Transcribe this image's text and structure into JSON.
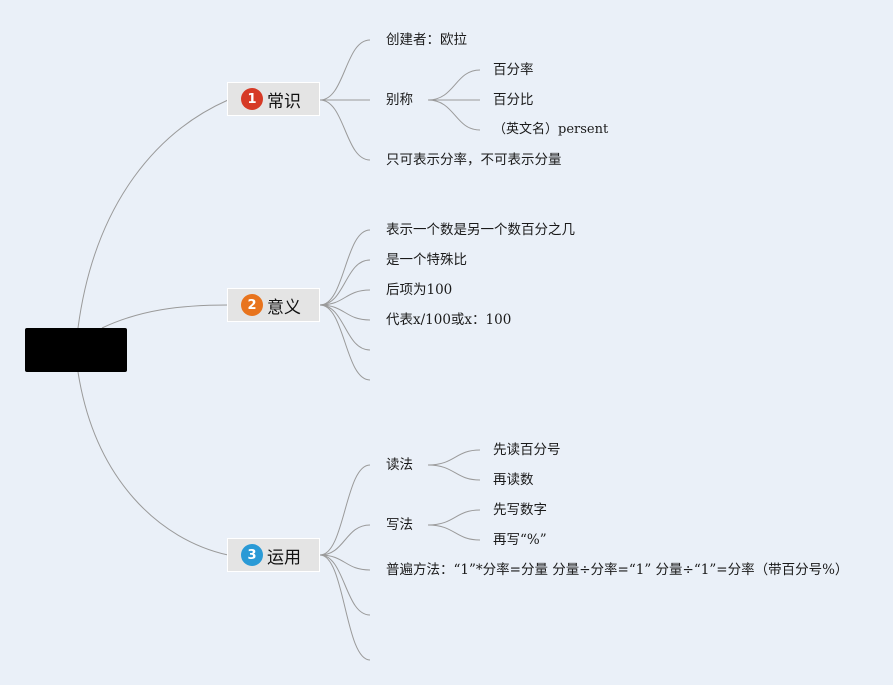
{
  "root": {
    "label": ""
  },
  "colors": {
    "background": "#eaf0f8",
    "line": "#9a9a9a",
    "badge1": "#d63a26",
    "badge2": "#e8741e",
    "badge3": "#2a9ad6"
  },
  "branches": [
    {
      "badge": "1",
      "label": "常识",
      "children": {
        "creator": "创建者：欧拉",
        "alias": "别称",
        "alias_items": [
          "百分率",
          "百分比",
          "（英文名）persent"
        ],
        "only": "只可表示分率，不可表示分量"
      }
    },
    {
      "badge": "2",
      "label": "意义",
      "children": {
        "items": [
          "表示一个数是另一个数百分之几",
          "是一个特殊比",
          "后项为100",
          "代表x/100或x：100"
        ]
      }
    },
    {
      "badge": "3",
      "label": "运用",
      "children": {
        "read": "读法",
        "read_items": [
          "先读百分号",
          "再读数"
        ],
        "write": "写法",
        "write_items": [
          "先写数字",
          "再写“%”"
        ],
        "general": "普遍方法：“1”*分率=分量 分量÷分率=“1” 分量÷“1”=分率（带百分号%）"
      }
    }
  ]
}
